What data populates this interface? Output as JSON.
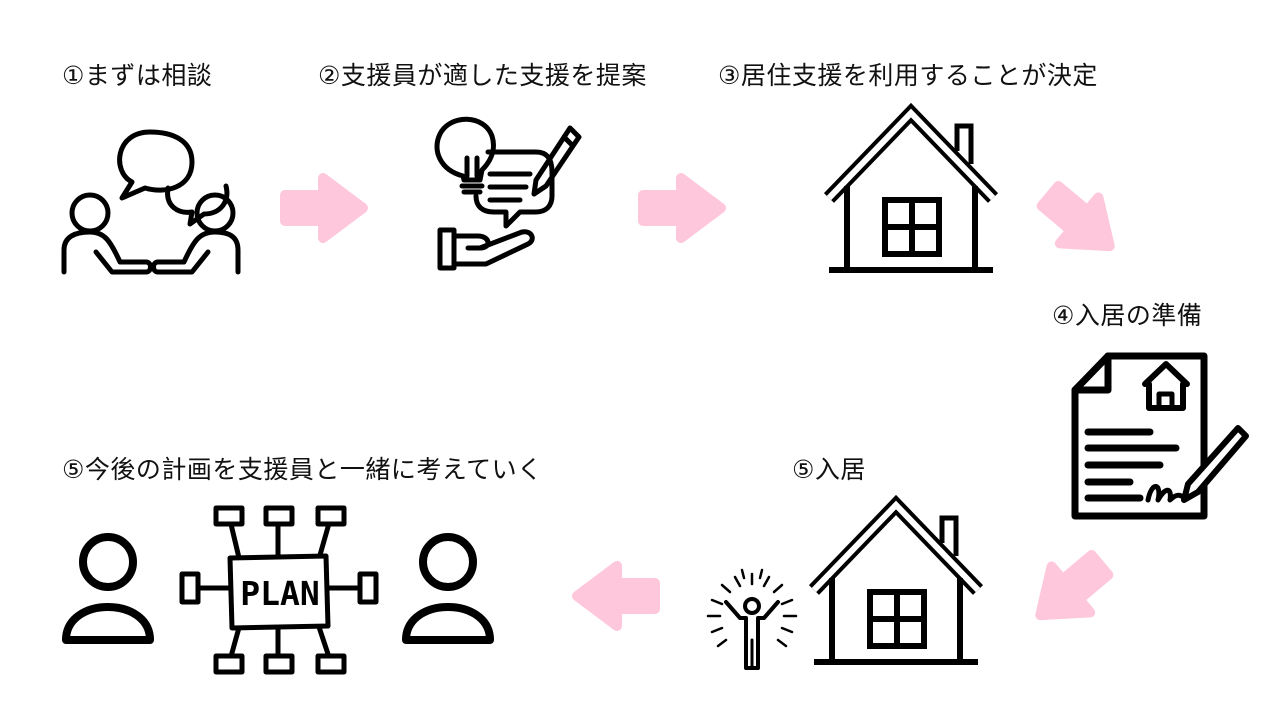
{
  "colors": {
    "arrow": "#FEC7DC",
    "stroke": "#000000",
    "background": "#ffffff"
  },
  "steps": [
    {
      "label": "①まずは相談",
      "icon": "consultation-icon"
    },
    {
      "label": "②支援員が適した支援を提案",
      "icon": "proposal-icon"
    },
    {
      "label": "③居住支援を利用することが決定",
      "icon": "house-icon"
    },
    {
      "label": "④入居の準備",
      "icon": "contract-document-icon"
    },
    {
      "label": "⑤入居",
      "icon": "house-icon"
    },
    {
      "label": "⑤今後の計画を支援員と一緒に考えていく",
      "icon": "plan-icon"
    }
  ],
  "plan_text": "PLAN"
}
